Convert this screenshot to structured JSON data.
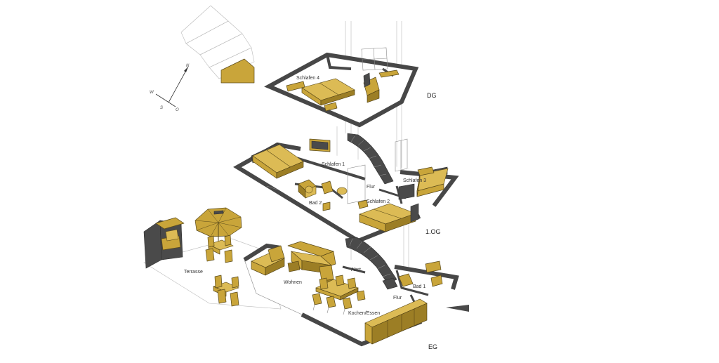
{
  "colors": {
    "furniture": "#c9a53a",
    "furniture_light": "#dcbb55",
    "furniture_dark": "#9c7e25",
    "walls": "#474747",
    "lines": "#b8b8b8",
    "background": "#ffffff"
  },
  "compass": {
    "n": "N",
    "w": "W",
    "s": "S",
    "o": "O"
  },
  "floors": {
    "dg": {
      "label": "DG",
      "rooms": {
        "schlafen4": "Schlafen 4"
      }
    },
    "og": {
      "label": "1.OG",
      "rooms": {
        "schlafen1": "Schlafen 1",
        "schlafen2": "Schlafen 2",
        "schlafen3": "Schlafen 3",
        "flur": "Flur",
        "bad2": "Bad 2"
      }
    },
    "eg": {
      "label": "EG",
      "rooms": {
        "terrasse": "Terrasse",
        "wohnen": "Wohnen",
        "abst": "Abst.",
        "bad1": "Bad 1",
        "flur": "Flur",
        "kochen": "Kochen/Essen"
      }
    }
  }
}
